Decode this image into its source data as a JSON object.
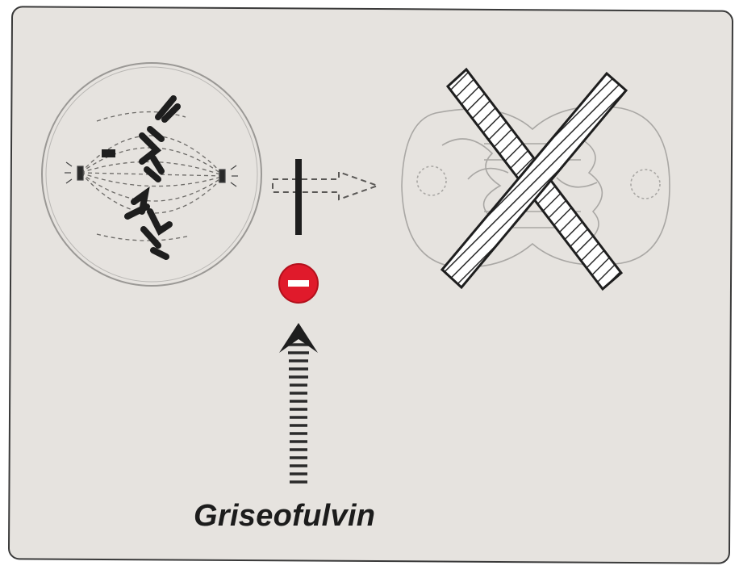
{
  "figure": {
    "drug_label": "Griseofulvin",
    "colors": {
      "panel_background": "#e6e3df",
      "outline": "#3a3a3a",
      "inhibitor_red": "#e01a2b",
      "chromosome": "#1e1e1e",
      "faded_cell": "#a9a7a4"
    },
    "icons": {
      "inhibitor": "minus-sign-in-red-circle",
      "blocked": "large-x-cross-mark"
    }
  }
}
